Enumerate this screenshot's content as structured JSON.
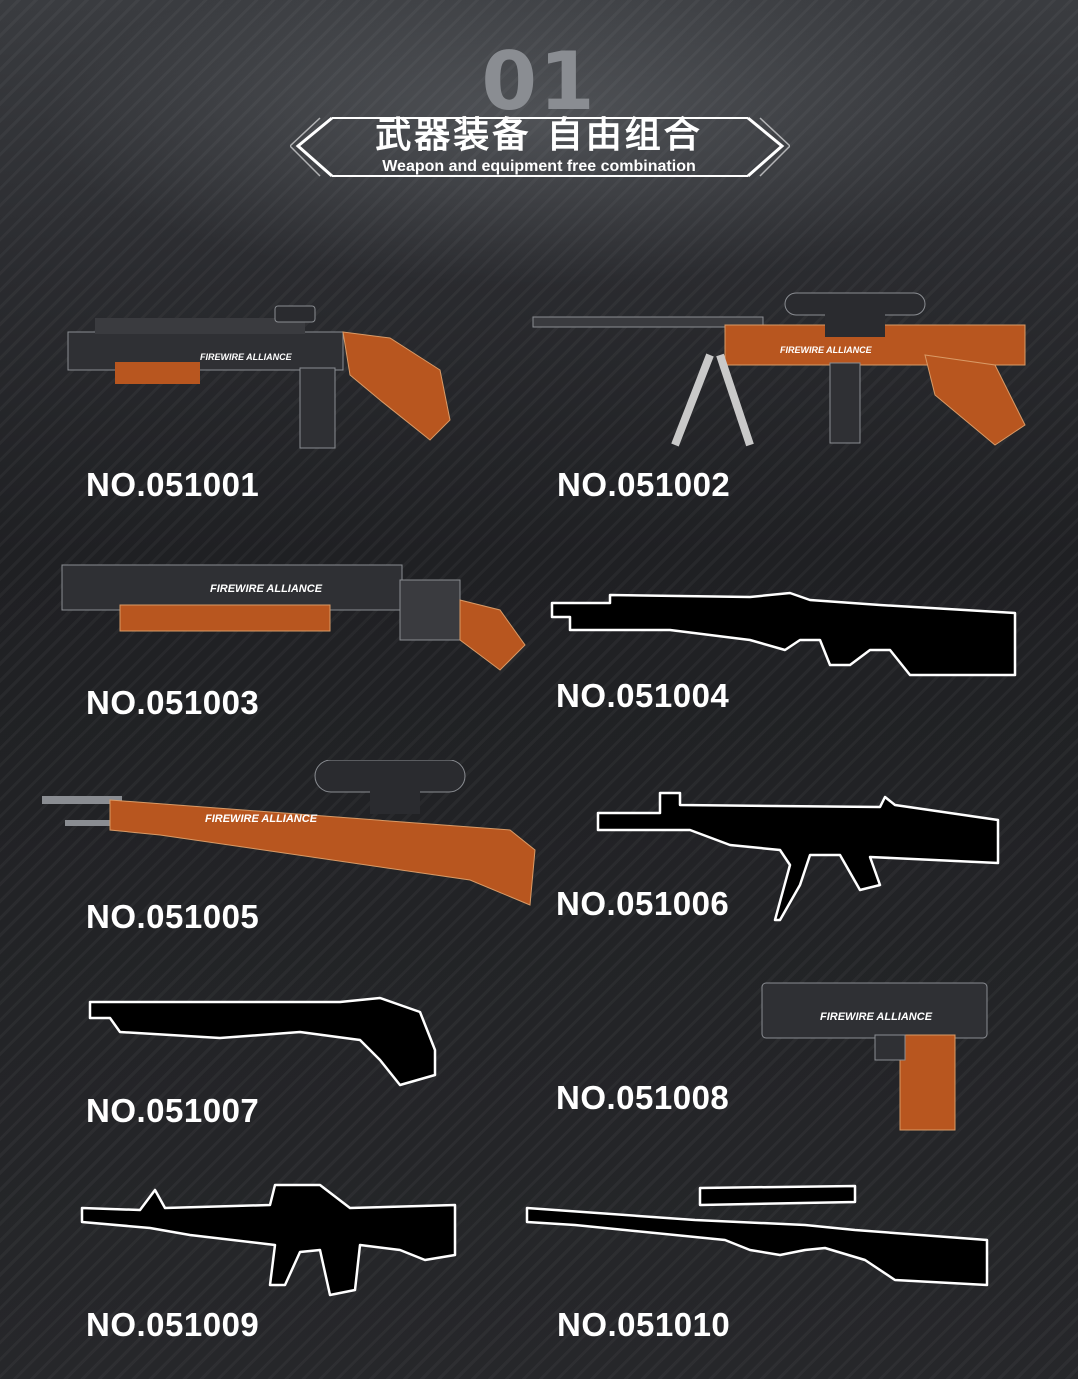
{
  "header": {
    "number": "01",
    "title_cn": "武器装备 自由组合",
    "title_en": "Weapon and equipment free combination"
  },
  "colors": {
    "orange": "#b8561f",
    "dark_gray": "#3a3b3f",
    "silhouette": "#000000",
    "outline": "#ffffff"
  },
  "products": [
    {
      "code": "NO.051001",
      "brand": "FIREWIRE ALLIANCE",
      "style": "model"
    },
    {
      "code": "NO.051002",
      "brand": "FIREWIRE ALLIANCE",
      "style": "model"
    },
    {
      "code": "NO.051003",
      "brand": "FIREWIRE ALLIANCE",
      "style": "model"
    },
    {
      "code": "NO.051004",
      "style": "silhouette"
    },
    {
      "code": "NO.051005",
      "brand": "FIREWIRE ALLIANCE",
      "style": "model"
    },
    {
      "code": "NO.051006",
      "style": "silhouette"
    },
    {
      "code": "NO.051007",
      "style": "silhouette"
    },
    {
      "code": "NO.051008",
      "brand": "FIREWIRE ALLIANCE",
      "style": "model"
    },
    {
      "code": "NO.051009",
      "style": "silhouette"
    },
    {
      "code": "NO.051010",
      "style": "silhouette"
    }
  ]
}
